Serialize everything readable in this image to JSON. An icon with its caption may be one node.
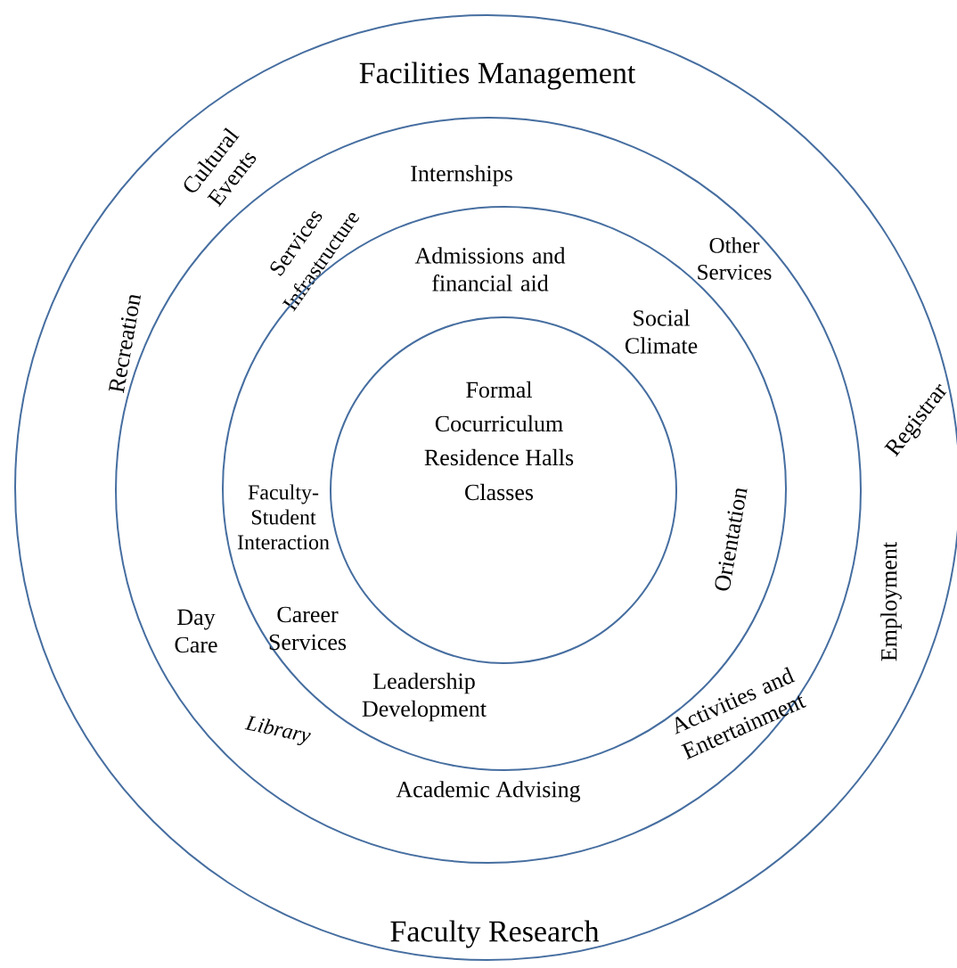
{
  "diagram": {
    "nodes": [
      {
        "text": [
          "Facilities Management",
          "Cultural Events",
          "Recreation",
          "Registrar",
          "Employment",
          "Faculty Research"
        ]
      },
      {
        "text": [
          "Internships",
          "Other Services",
          "Services",
          "Infrastructure",
          "Day Care",
          "Library",
          "Academic Advising",
          "Activities and Entertainment"
        ],
        "in": 0
      },
      {
        "text": [
          "Admissions and financial aid",
          "Social Climate",
          "Faculty-Student Interaction",
          "Career Services",
          "Leadership Development",
          "Orientation"
        ],
        "in": 1
      },
      {
        "text": [
          "Formal",
          "Cocurriculum",
          "Residence Halls",
          "Classes"
        ],
        "in": 2
      }
    ]
  }
}
